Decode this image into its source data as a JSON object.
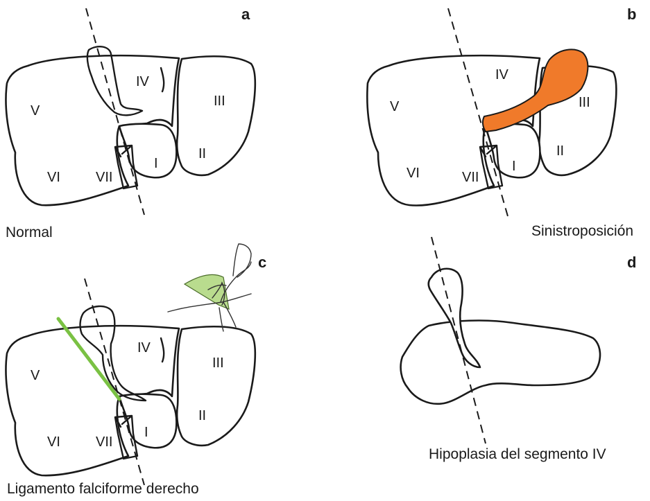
{
  "panels": {
    "a": {
      "letter": "a",
      "caption": "Normal",
      "segments": {
        "s1": "I",
        "s2": "II",
        "s3": "III",
        "s4": "IV",
        "s5": "V",
        "s6": "VI",
        "s7": "VII"
      }
    },
    "b": {
      "letter": "b",
      "caption": "Sinistroposición",
      "segments": {
        "s1": "I",
        "s2": "II",
        "s3": "III",
        "s4": "IV",
        "s5": "V",
        "s6": "VI",
        "s7": "VII"
      }
    },
    "c": {
      "letter": "c",
      "caption": "Ligamento falciforme derecho",
      "segments": {
        "s1": "I",
        "s2": "II",
        "s3": "III",
        "s4": "IV",
        "s5": "V",
        "s6": "VI",
        "s7": "VII"
      }
    },
    "d": {
      "letter": "d",
      "caption": "Hipoplasia del segmento IV"
    }
  },
  "colors": {
    "gallbladder_highlight": "#f07a2a",
    "ligament_green": "#7ac143",
    "fan_green": "#b9dc8e",
    "outline": "#1a1a1a"
  }
}
